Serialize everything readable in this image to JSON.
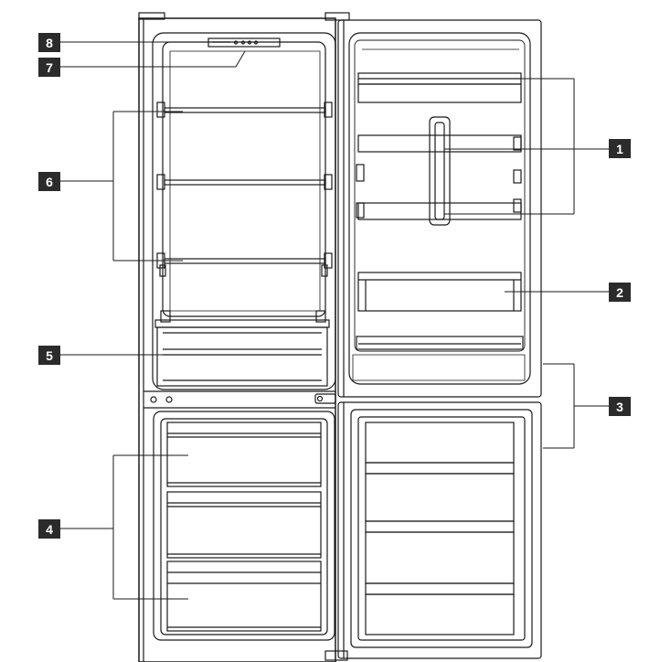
{
  "callouts": [
    {
      "label": "1"
    },
    {
      "label": "2"
    },
    {
      "label": "3"
    },
    {
      "label": "4"
    },
    {
      "label": "5"
    },
    {
      "label": "6"
    },
    {
      "label": "7"
    },
    {
      "label": "8"
    }
  ],
  "colors": {
    "line": "#1a1a1a",
    "badge": "#2b2b2b",
    "background": "#ffffff"
  }
}
